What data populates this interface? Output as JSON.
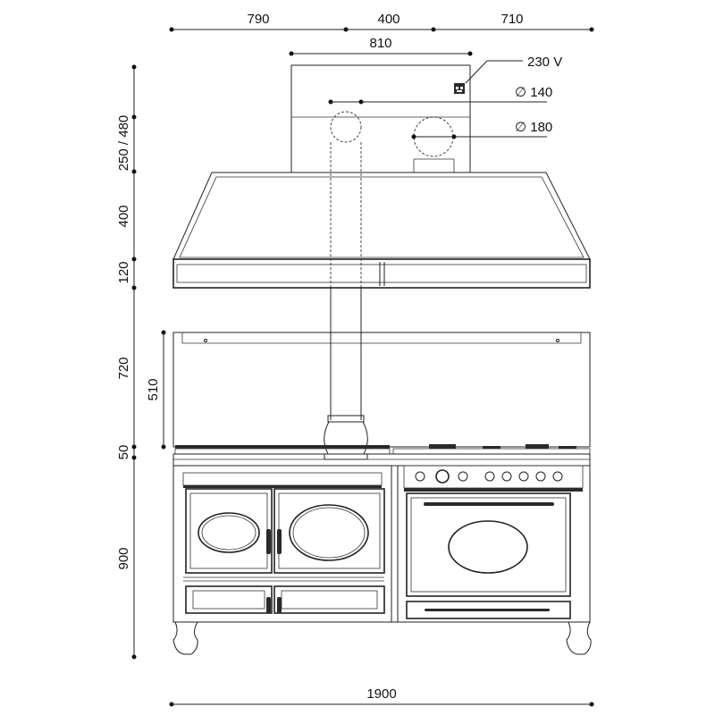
{
  "dimensions": {
    "top_left": "790",
    "top_middle": "400",
    "top_right": "710",
    "chimney_width": "810",
    "left_hood_height": "250 / 480",
    "left_hood_body": "400",
    "left_hood_band": "120",
    "left_backsplash": "720",
    "inner_backsplash": "510",
    "left_hob": "50",
    "left_cooker": "900",
    "bottom_total": "1900"
  },
  "annotations": {
    "power": "230 V",
    "duct_small": "∅ 140",
    "duct_large": "∅ 180"
  }
}
